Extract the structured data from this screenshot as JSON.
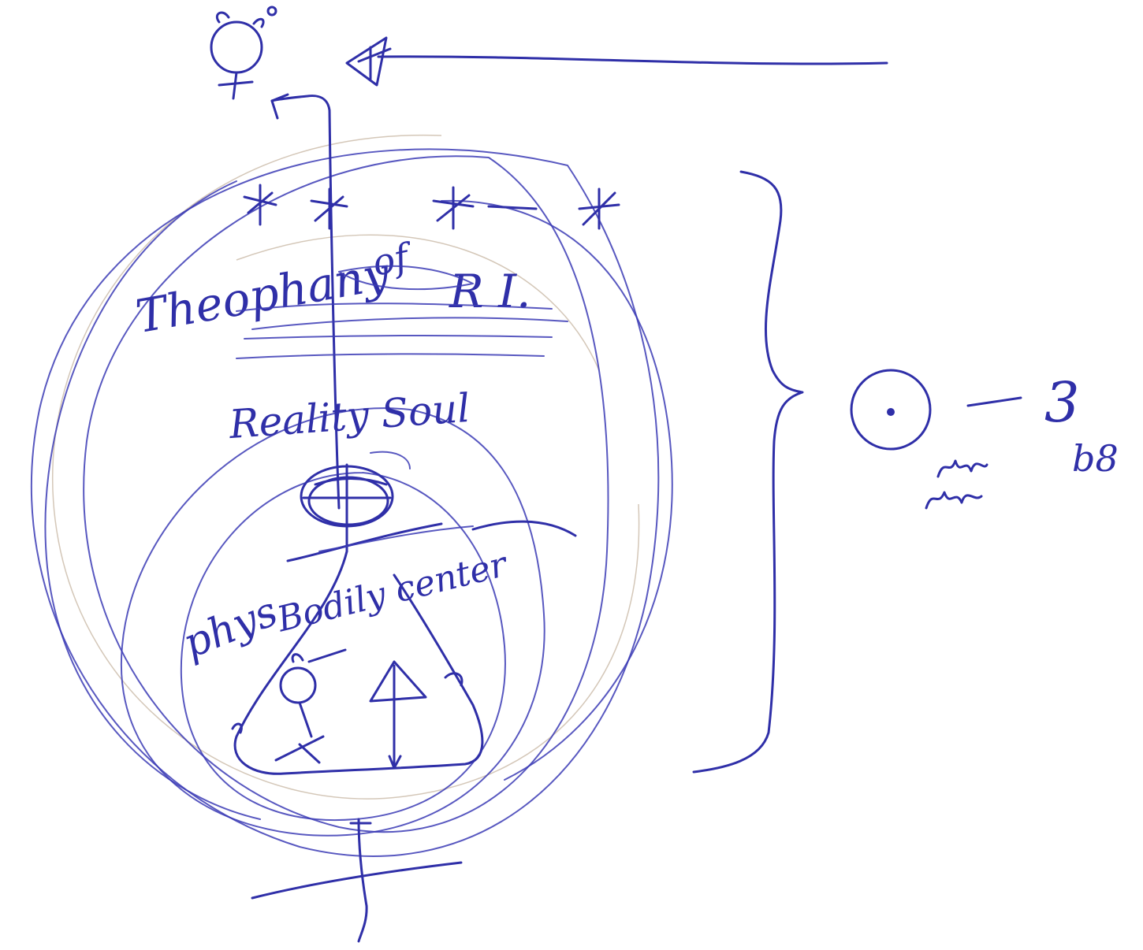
{
  "labels": {
    "theophany": "Theophany",
    "of": "of",
    "ri": "R I.",
    "reality_soul": "Reality Soul",
    "phys": "phys",
    "bodily_center": "Bodily center",
    "three": "3",
    "bracket_sub": "b8",
    "marks": "ш ш",
    "stars_top": "★ ★ ★ ★"
  },
  "colors": {
    "ink": "#2f2fa8",
    "faint": "#c9b9a6",
    "paper": "#ffffff"
  },
  "icons": {
    "top_symbol": "mercury-icon",
    "arrow_head": "triangle-arrow-icon",
    "central_orb": "crossed-globe-icon",
    "small_figure": "female-figure-icon",
    "small_triangle": "triangle-icon",
    "bottom_cross": "cross-icon",
    "circled_dot": "sun-symbol-icon"
  }
}
